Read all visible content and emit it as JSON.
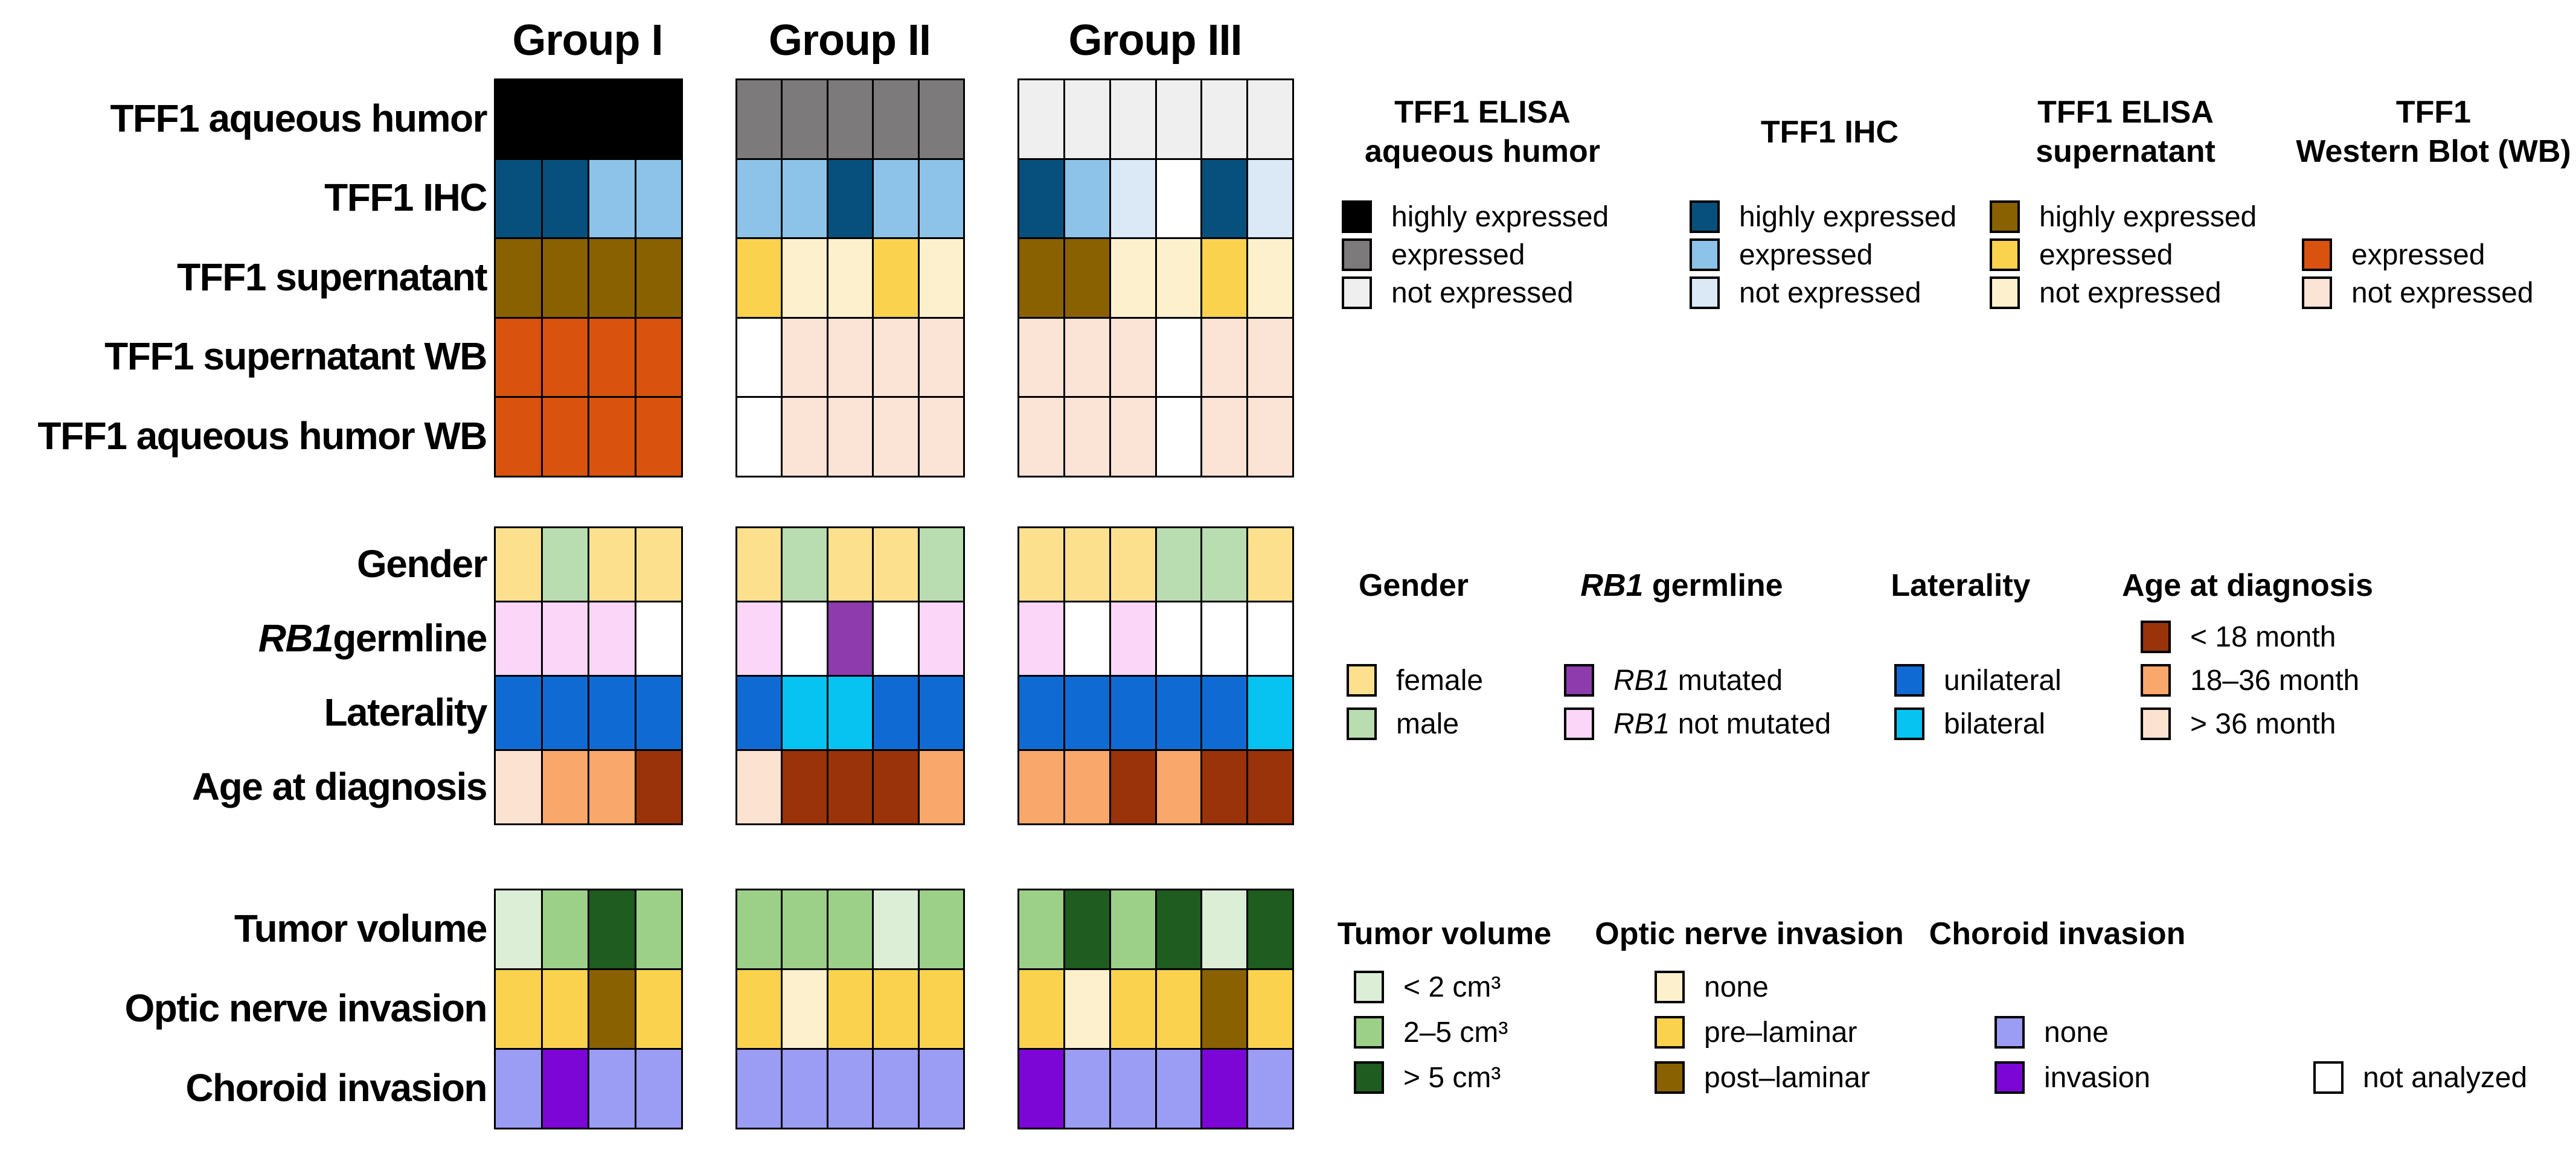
{
  "palette": {
    "elisa_ah_high": "#000000",
    "elisa_ah_expressed": "#7d7a7b",
    "elisa_ah_not": "#f0efef",
    "ihc_high": "#07507d",
    "ihc_expressed": "#8dc3e9",
    "ihc_not": "#dbe9f7",
    "sup_high": "#8a6100",
    "sup_expressed": "#fbd24e",
    "sup_not": "#fdf1cd",
    "wb_expressed": "#d9530e",
    "wb_not": "#fbe3d6",
    "gender_female": "#fce08e",
    "gender_male": "#b9dcb0",
    "rb1_mutated": "#8e3bad",
    "rb1_not_mutated": "#fbd6f9",
    "lat_unilateral": "#0f6bd3",
    "lat_bilateral": "#06c3f2",
    "age_lt18": "#9a330a",
    "age_18_36": "#f9a76b",
    "age_gt36": "#fbe2d1",
    "tv_lt2": "#ddeed6",
    "tv_2_5": "#9ccf87",
    "tv_gt5": "#1e5c20",
    "optic_none": "#fdf1cd",
    "optic_pre": "#fbd24e",
    "optic_post": "#8a6100",
    "choroid_none": "#9b9cf4",
    "choroid_invasion": "#7c06d6",
    "not_analyzed": "#ffffff"
  },
  "chart_data": {
    "type": "heatmap",
    "title": "",
    "legend_position": "right",
    "groups": [
      {
        "label": "Group I",
        "n_samples": 4
      },
      {
        "label": "Group II",
        "n_samples": 5
      },
      {
        "label": "Group III",
        "n_samples": 6
      }
    ],
    "row_blocks": [
      {
        "name": "tff1-expression-block",
        "rows": [
          {
            "label": {
              "text": "TFF1 aqueous humor"
            },
            "values": [
              [
                "elisa_ah_high",
                "elisa_ah_high",
                "elisa_ah_high",
                "elisa_ah_high"
              ],
              [
                "elisa_ah_expressed",
                "elisa_ah_expressed",
                "elisa_ah_expressed",
                "elisa_ah_expressed",
                "elisa_ah_expressed"
              ],
              [
                "elisa_ah_not",
                "elisa_ah_not",
                "elisa_ah_not",
                "elisa_ah_not",
                "elisa_ah_not",
                "elisa_ah_not"
              ]
            ]
          },
          {
            "label": {
              "text": "TFF1 IHC"
            },
            "values": [
              [
                "ihc_high",
                "ihc_high",
                "ihc_expressed",
                "ihc_expressed"
              ],
              [
                "ihc_expressed",
                "ihc_expressed",
                "ihc_high",
                "ihc_expressed",
                "ihc_expressed"
              ],
              [
                "ihc_high",
                "ihc_expressed",
                "ihc_not",
                "not_analyzed",
                "ihc_high",
                "ihc_not"
              ]
            ]
          },
          {
            "label": {
              "text": "TFF1 supernatant"
            },
            "values": [
              [
                "sup_high",
                "sup_high",
                "sup_high",
                "sup_high"
              ],
              [
                "sup_expressed",
                "sup_not",
                "sup_not",
                "sup_expressed",
                "sup_not"
              ],
              [
                "sup_high",
                "sup_high",
                "sup_not",
                "sup_not",
                "sup_expressed",
                "sup_not"
              ]
            ]
          },
          {
            "label": {
              "text": "TFF1 supernatant WB"
            },
            "values": [
              [
                "wb_expressed",
                "wb_expressed",
                "wb_expressed",
                "wb_expressed"
              ],
              [
                "not_analyzed",
                "wb_not",
                "wb_not",
                "wb_not",
                "wb_not"
              ],
              [
                "wb_not",
                "wb_not",
                "wb_not",
                "not_analyzed",
                "wb_not",
                "wb_not"
              ]
            ]
          },
          {
            "label": {
              "text": "TFF1 aqueous humor WB"
            },
            "values": [
              [
                "wb_expressed",
                "wb_expressed",
                "wb_expressed",
                "wb_expressed"
              ],
              [
                "not_analyzed",
                "wb_not",
                "wb_not",
                "wb_not",
                "wb_not"
              ],
              [
                "wb_not",
                "wb_not",
                "wb_not",
                "not_analyzed",
                "wb_not",
                "wb_not"
              ]
            ]
          }
        ]
      },
      {
        "name": "clinical-block",
        "rows": [
          {
            "label": {
              "text": "Gender"
            },
            "values": [
              [
                "gender_female",
                "gender_male",
                "gender_female",
                "gender_female"
              ],
              [
                "gender_female",
                "gender_male",
                "gender_female",
                "gender_female",
                "gender_male"
              ],
              [
                "gender_female",
                "gender_female",
                "gender_female",
                "gender_male",
                "gender_male",
                "gender_female"
              ]
            ]
          },
          {
            "label": {
              "italic": "RB1",
              "rest": " germline"
            },
            "values": [
              [
                "rb1_not_mutated",
                "rb1_not_mutated",
                "rb1_not_mutated",
                "not_analyzed"
              ],
              [
                "rb1_not_mutated",
                "not_analyzed",
                "rb1_mutated",
                "not_analyzed",
                "rb1_not_mutated"
              ],
              [
                "rb1_not_mutated",
                "not_analyzed",
                "rb1_not_mutated",
                "not_analyzed",
                "not_analyzed",
                "not_analyzed"
              ]
            ]
          },
          {
            "label": {
              "text": "Laterality"
            },
            "values": [
              [
                "lat_unilateral",
                "lat_unilateral",
                "lat_unilateral",
                "lat_unilateral"
              ],
              [
                "lat_unilateral",
                "lat_bilateral",
                "lat_bilateral",
                "lat_unilateral",
                "lat_unilateral"
              ],
              [
                "lat_unilateral",
                "lat_unilateral",
                "lat_unilateral",
                "lat_unilateral",
                "lat_unilateral",
                "lat_bilateral"
              ]
            ]
          },
          {
            "label": {
              "text": "Age at diagnosis"
            },
            "values": [
              [
                "age_gt36",
                "age_18_36",
                "age_18_36",
                "age_lt18"
              ],
              [
                "age_gt36",
                "age_lt18",
                "age_lt18",
                "age_lt18",
                "age_18_36"
              ],
              [
                "age_18_36",
                "age_18_36",
                "age_lt18",
                "age_18_36",
                "age_lt18",
                "age_lt18"
              ]
            ]
          }
        ]
      },
      {
        "name": "tumor-block",
        "rows": [
          {
            "label": {
              "text": "Tumor volume"
            },
            "values": [
              [
                "tv_lt2",
                "tv_2_5",
                "tv_gt5",
                "tv_2_5"
              ],
              [
                "tv_2_5",
                "tv_2_5",
                "tv_2_5",
                "tv_lt2",
                "tv_2_5"
              ],
              [
                "tv_2_5",
                "tv_gt5",
                "tv_2_5",
                "tv_gt5",
                "tv_lt2",
                "tv_gt5"
              ]
            ]
          },
          {
            "label": {
              "text": "Optic nerve invasion"
            },
            "values": [
              [
                "optic_pre",
                "optic_pre",
                "optic_post",
                "optic_pre"
              ],
              [
                "optic_pre",
                "optic_none",
                "optic_pre",
                "optic_pre",
                "optic_pre"
              ],
              [
                "optic_pre",
                "optic_none",
                "optic_pre",
                "optic_pre",
                "optic_post",
                "optic_pre"
              ]
            ]
          },
          {
            "label": {
              "text": "Choroid invasion"
            },
            "values": [
              [
                "choroid_none",
                "choroid_invasion",
                "choroid_none",
                "choroid_none"
              ],
              [
                "choroid_none",
                "choroid_none",
                "choroid_none",
                "choroid_none",
                "choroid_none"
              ],
              [
                "choroid_invasion",
                "choroid_none",
                "choroid_none",
                "choroid_none",
                "choroid_invasion",
                "choroid_none"
              ]
            ]
          }
        ]
      }
    ]
  },
  "legend_sections": [
    {
      "name": "tff1-legends",
      "columns": [
        {
          "title_lines": [
            {
              "text": "TFF1 ELISA"
            },
            {
              "text": "aqueous humor"
            }
          ],
          "items": [
            {
              "row": 0,
              "color": "elisa_ah_high",
              "label": {
                "text": "highly expressed"
              }
            },
            {
              "row": 1,
              "color": "elisa_ah_expressed",
              "label": {
                "text": "expressed"
              }
            },
            {
              "row": 2,
              "color": "elisa_ah_not",
              "label": {
                "text": "not expressed"
              }
            }
          ]
        },
        {
          "title_lines": [
            {
              "text": "TFF1 IHC"
            }
          ],
          "items": [
            {
              "row": 0,
              "color": "ihc_high",
              "label": {
                "text": "highly expressed"
              }
            },
            {
              "row": 1,
              "color": "ihc_expressed",
              "label": {
                "text": "expressed"
              }
            },
            {
              "row": 2,
              "color": "ihc_not",
              "label": {
                "text": "not expressed"
              }
            }
          ]
        },
        {
          "title_lines": [
            {
              "text": "TFF1 ELISA"
            },
            {
              "text": "supernatant"
            }
          ],
          "items": [
            {
              "row": 0,
              "color": "sup_high",
              "label": {
                "text": "highly expressed"
              }
            },
            {
              "row": 1,
              "color": "sup_expressed",
              "label": {
                "text": "expressed"
              }
            },
            {
              "row": 2,
              "color": "sup_not",
              "label": {
                "text": "not expressed"
              }
            }
          ]
        },
        {
          "title_lines": [
            {
              "text": "TFF1"
            },
            {
              "text": "Western Blot (WB)"
            }
          ],
          "items": [
            {
              "row": 1,
              "color": "wb_expressed",
              "label": {
                "text": "expressed"
              }
            },
            {
              "row": 2,
              "color": "wb_not",
              "label": {
                "text": "not expressed"
              }
            }
          ]
        }
      ]
    },
    {
      "name": "clinical-legends",
      "columns": [
        {
          "title_lines": [
            {
              "text": "Gender"
            }
          ],
          "items": [
            {
              "row": 1,
              "color": "gender_female",
              "label": {
                "text": "female"
              }
            },
            {
              "row": 2,
              "color": "gender_male",
              "label": {
                "text": "male"
              }
            }
          ]
        },
        {
          "title_lines": [
            {
              "italic": "RB1",
              "rest": " germline"
            }
          ],
          "items": [
            {
              "row": 1,
              "color": "rb1_mutated",
              "label": {
                "italic": "RB1",
                "rest": " mutated"
              }
            },
            {
              "row": 2,
              "color": "rb1_not_mutated",
              "label": {
                "italic": "RB1",
                "rest": " not mutated"
              }
            }
          ]
        },
        {
          "title_lines": [
            {
              "text": "Laterality"
            }
          ],
          "items": [
            {
              "row": 1,
              "color": "lat_unilateral",
              "label": {
                "text": "unilateral"
              }
            },
            {
              "row": 2,
              "color": "lat_bilateral",
              "label": {
                "text": "bilateral"
              }
            }
          ]
        },
        {
          "title_lines": [
            {
              "text": "Age at diagnosis"
            }
          ],
          "items": [
            {
              "row": 0,
              "color": "age_lt18",
              "label": {
                "text": "< 18 month"
              }
            },
            {
              "row": 1,
              "color": "age_18_36",
              "label": {
                "text": "18–36 month"
              }
            },
            {
              "row": 2,
              "color": "age_gt36",
              "label": {
                "text": "> 36 month"
              }
            }
          ]
        }
      ]
    },
    {
      "name": "tumor-legends",
      "columns": [
        {
          "title_lines": [
            {
              "text": "Tumor volume"
            }
          ],
          "items": [
            {
              "row": 0,
              "color": "tv_lt2",
              "label": {
                "text": "< 2 cm³"
              }
            },
            {
              "row": 1,
              "color": "tv_2_5",
              "label": {
                "text": "2–5 cm³"
              }
            },
            {
              "row": 2,
              "color": "tv_gt5",
              "label": {
                "text": "> 5 cm³"
              }
            }
          ]
        },
        {
          "title_lines": [
            {
              "text": "Optic nerve invasion"
            }
          ],
          "items": [
            {
              "row": 0,
              "color": "optic_none",
              "label": {
                "text": "none"
              }
            },
            {
              "row": 1,
              "color": "optic_pre",
              "label": {
                "text": "pre–laminar"
              }
            },
            {
              "row": 2,
              "color": "optic_post",
              "label": {
                "text": "post–laminar"
              }
            }
          ]
        },
        {
          "title_lines": [
            {
              "text": "Choroid invasion"
            }
          ],
          "items": [
            {
              "row": 1,
              "color": "choroid_none",
              "label": {
                "text": "none"
              }
            },
            {
              "row": 2,
              "color": "choroid_invasion",
              "label": {
                "text": "invasion"
              }
            }
          ]
        },
        {
          "title_lines": [],
          "items": [
            {
              "row": 2,
              "color": "not_analyzed",
              "label": {
                "text": "not analyzed"
              }
            }
          ]
        }
      ]
    }
  ]
}
